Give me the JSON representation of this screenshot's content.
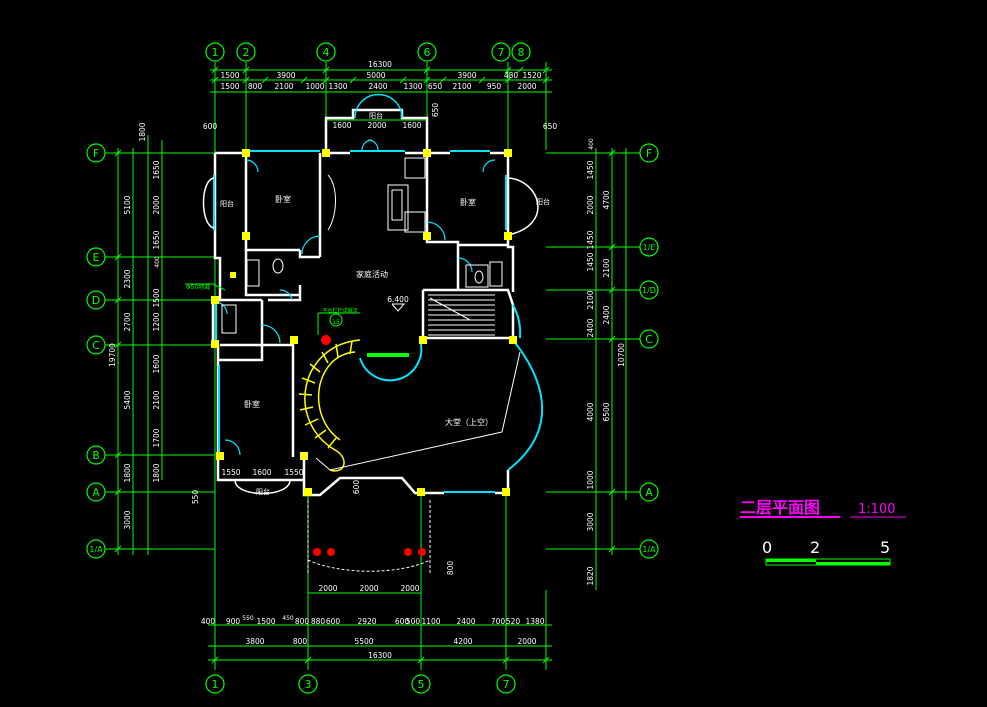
{
  "drawing": {
    "title": "二层平面图",
    "scale": "1:100",
    "scale_bar": [
      "0",
      "2",
      "5"
    ]
  },
  "axes": {
    "top": [
      "1",
      "2",
      "4",
      "6",
      "7",
      "8"
    ],
    "bottom": [
      "1",
      "3",
      "5",
      "7"
    ],
    "left": [
      "F",
      "E",
      "D",
      "C",
      "B",
      "A",
      "1/A"
    ],
    "right": [
      "F",
      "1/E",
      "1/D",
      "C",
      "A",
      "1/A"
    ]
  },
  "dimensions": {
    "top_overall": "16300",
    "top_row1": [
      "1500",
      "3900",
      "5000",
      "3900",
      "480",
      "1520"
    ],
    "top_row2": [
      "1500",
      "800",
      "2100",
      "1000",
      "1300",
      "2400",
      "1300",
      "650",
      "2100",
      "950",
      "2000"
    ],
    "balcony_top": [
      "1600",
      "2000",
      "1600"
    ],
    "bottom_overall": "16300",
    "bottom_row1": [
      "3800",
      "800",
      "5500",
      "4200",
      "2000"
    ],
    "bottom_row2": [
      "400",
      "900",
      "550",
      "1500",
      "450",
      "800",
      "880",
      "600",
      "2920",
      "600",
      "500",
      "1100",
      "2400",
      "700",
      "520",
      "1380"
    ],
    "entry": [
      "2000",
      "2000",
      "2000"
    ],
    "left_overall": "19700",
    "left_row1": [
      "5100",
      "2300",
      "2700",
      "5400",
      "1800",
      "3000"
    ],
    "left_row2": [
      "1800",
      "1650",
      "2000",
      "1650",
      "400",
      "1500",
      "1200",
      "1600",
      "2100",
      "1700",
      "1800"
    ],
    "right_overall": "10700",
    "right_row1": [
      "4700",
      "2100",
      "2400",
      "6500",
      "3000",
      "1820"
    ],
    "right_row2": [
      "1450",
      "2000",
      "1450",
      "400",
      "1450",
      "2100",
      "2400",
      "4000",
      "1000"
    ],
    "misc": [
      "600",
      "650",
      "650",
      "550",
      "600",
      "800",
      "1550",
      "1600",
      "1550"
    ]
  },
  "rooms": {
    "family": "家庭活动",
    "bed_nw": "卧室",
    "bed_ne": "卧室",
    "bed_sw": "卧室",
    "balcony_w": "阳台",
    "balcony_e": "阳台",
    "balcony_n": "阳台",
    "balcony_s": "阳台",
    "hall": "大堂（上空）",
    "level": "6.400",
    "callout": "平台栏杆详做法",
    "callout_ref": "15",
    "pipe_note": "Φ50地漏"
  },
  "colors": {
    "background": "#000000",
    "grid": "#00ff00",
    "wall": "#ffffff",
    "window": "#00e5ff",
    "column": "#ffff00",
    "text": "#ffffff",
    "title": "#ff00ff",
    "red_mark": "#ff0000"
  }
}
